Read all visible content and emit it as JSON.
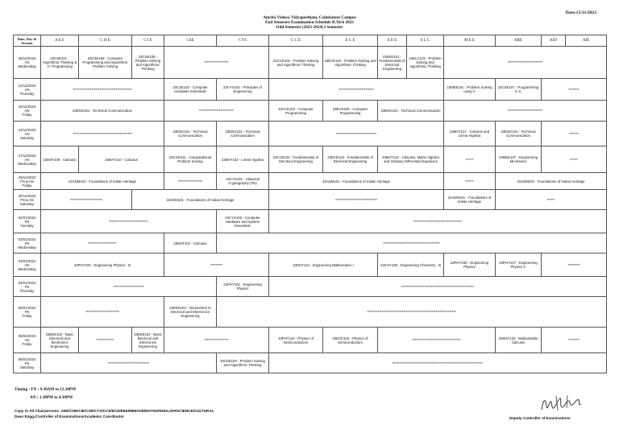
{
  "date": "Date:15/11/2023",
  "header": {
    "line1": "Amrita Vishwa Vidyapeetham, Coimbatore Campus",
    "line2": "End Semester Examination Schedule B.Tech 2023",
    "line3": "Odd Semester (2023-2024) I Semester"
  },
  "columns": [
    "Date, Day & Session",
    "A E E",
    "C H E",
    "C I E",
    "CSE",
    "CYS",
    "C C E",
    "E C E",
    "E E E",
    "E L C",
    "M E E",
    "ARE",
    "AID",
    "AIE"
  ],
  "rows": [
    {
      "day": [
        "20/12/2023",
        "AN",
        "Wednesday"
      ],
      "cells": [
        {
          "t": "23CSE101 - Algorithmic Thinking & 'C' Programming"
        },
        {
          "t": "23CSE106 - Computer Programming and Algorithmic Problem Solving"
        },
        {
          "t": "23CSE108 - Problem Solving and Algorithmic Thinking"
        },
        {
          "t": "******************",
          "cs": 2
        },
        {
          "t": "23CCE101 - Problem Solving and Algorithmic Thinking"
        },
        {
          "t": "23ECE102 - Problem Solving and Algorithmic Thinking"
        },
        {
          "t": "23EEE101 - Fundamentals of Electrical Engineering"
        },
        {
          "t": "23ELC101 - Problem Solving and Algorithmic Thinking"
        },
        {
          "t": "**************************",
          "cs": 4
        }
      ]
    },
    {
      "day": [
        "21/12/2023",
        "AN",
        "Thursday"
      ],
      "cells": [
        {
          "t": "********************************************",
          "cs": 3
        },
        {
          "t": "23CSE102 - Computer Hardware Essentials"
        },
        {
          "t": "23CYS102 - Principles of Engineering"
        },
        {
          "t": "**************************",
          "cs": 4
        },
        {
          "t": "23MEE101 - Problem Solving using C"
        },
        {
          "t": "23CSE107 - Programming in C"
        },
        {
          "t": "********",
          "cs": 2
        }
      ]
    },
    {
      "day": [
        "22/12/2023",
        "AN",
        "Friday"
      ],
      "cells": [
        {
          "t": "23ENG101 - Technical Communication",
          "cs": 3
        },
        {
          "t": "**************************",
          "cs": 2
        },
        {
          "t": "23CCE102 - Computer Programming"
        },
        {
          "t": "23ECE105 - Computer Programming"
        },
        {
          "t": "23ENG101 - Technical Communication",
          "cs": 2
        },
        {
          "t": "**************************",
          "cs": 4
        }
      ]
    },
    {
      "day": [
        "23/12/2023",
        "AN",
        "Saturday"
      ],
      "cells": [
        {
          "t": "********************************************",
          "cs": 3
        },
        {
          "t": "23ENG101 - Technical Communication"
        },
        {
          "t": "23ENG101 - Technical Communication"
        },
        {
          "t": "******************************",
          "cs": 4
        },
        {
          "t": "23MAT121 - Calculus and Linear Algebra"
        },
        {
          "t": "23ENG101 - Technical Communication"
        },
        {
          "t": "*******",
          "cs": 2
        }
      ]
    },
    {
      "day": [
        "27/12/2023",
        "AN",
        "Wednesday"
      ],
      "cells": [
        {
          "t": "23MAT109 - Calculus"
        },
        {
          "t": "23MAT110 - Calculus",
          "cs": 2
        },
        {
          "t": "23CSE101 - Computational Problem Solving"
        },
        {
          "t": "23MAT102 - Linear Algebra"
        },
        {
          "t": "23CCE103 - Fundamentals of Electrical Engineering"
        },
        {
          "t": "23ECE104 - Fundamentals of Electrical Engineering"
        },
        {
          "t": "23MAT122 - Calculus, Matrix Algebra and Ordinary Differential Equations",
          "cs": 2
        },
        {
          "t": "******"
        },
        {
          "t": "23MEE107 - Engineering Mechanics"
        },
        {
          "t": "******",
          "cs": 2
        }
      ]
    },
    {
      "day": [
        "29/12/2023",
        "FN & AN",
        "Friday"
      ],
      "cells": [
        {
          "t": "22ADM101 - Foundations of Indian Heritage",
          "cs": 3
        },
        {
          "t": "******************"
        },
        {
          "t": "23CYS101 - Classical Cryptography (FN)"
        },
        {
          "t": "22ADM101 - Foundations of Indian Heritage",
          "cs": 4
        },
        {
          "t": "******"
        },
        {
          "t": "22ADM101 - Foundations of Indian Heritage",
          "cs": 3
        }
      ]
    },
    {
      "day": [
        "30/12/2023",
        "FN & AN",
        "Saturday"
      ],
      "cells": [
        {
          "t": "************************",
          "cs": 2
        },
        {
          "t": "22ADM101 - Foundations of Indian Heritage",
          "cs": 3
        },
        {
          "t": "*******************************",
          "cs": 4
        },
        {
          "t": "22ADM101 - Foundations of Indian Heritage"
        },
        {
          "t": "******",
          "cs": 3
        }
      ]
    },
    {
      "day": [
        "02/01/2024",
        "FN",
        "Tuesday"
      ],
      "cells": [
        {
          "t": "*****************************",
          "cs": 4
        },
        {
          "t": "23CYS103 - Computer Hardware and System Essentials"
        },
        {
          "t": "************************************",
          "cs": 8
        }
      ]
    },
    {
      "day": [
        "03/01/2024",
        "FN",
        "Wednesday"
      ],
      "cells": [
        {
          "t": "*********************",
          "cs": 3
        },
        {
          "t": "23MAT107 - Calculus"
        },
        {
          "t": "******************************************",
          "cs": 9
        }
      ]
    },
    {
      "day": [
        "03/01/2024",
        "AN",
        "Wednesday"
      ],
      "cells": [
        {
          "t": "23PHY106 - Engineering Physics - B",
          "cs": 3
        },
        {
          "t": "*********",
          "cs": 2
        },
        {
          "t": "23MAT124 - Engineering Mathematics I",
          "cs": 2
        },
        {
          "t": "23CHY109 - Engineering Chemistry - B",
          "cs": 2
        },
        {
          "t": "23PHY108 - Engineering Physics"
        },
        {
          "t": "23PHY107 - Engineering Physics C"
        },
        {
          "t": "*********",
          "cs": 2
        }
      ]
    },
    {
      "day": [
        "04/01/2024",
        "FN",
        "Thursday"
      ],
      "cells": [
        {
          "t": "***********************",
          "cs": 4
        },
        {
          "t": "23PHY101 - Engineering Physics"
        },
        {
          "t": "******************************************************",
          "cs": 8
        }
      ]
    },
    {
      "day": [
        "05/01/2024",
        "FN",
        "Friday"
      ],
      "cells": [
        {
          "t": "*************************",
          "cs": 3
        },
        {
          "t": "23EEE104 - Introduction to Electrical and Electronics Engineering"
        },
        {
          "t": "******************************************************************",
          "cs": 9
        }
      ]
    },
    {
      "day": [
        "05/01/2024",
        "AN",
        "Friday"
      ],
      "cells": [
        {
          "t": "23EEE102 - Basic Electrical and Electronics Engineering"
        },
        {
          "t": "*************"
        },
        {
          "t": "23EEE102 - Basic Electrical and Electronics Engineering"
        },
        {
          "t": "******************",
          "cs": 2
        },
        {
          "t": "23PHY110 - Physics of Semiconductors"
        },
        {
          "t": "23ECE104 - Physics of Semiconductors"
        },
        {
          "t": "************************************",
          "cs": 3
        },
        {
          "t": "23MAT133 - Multivariable Calculus"
        },
        {
          "t": "********",
          "cs": 2
        }
      ]
    },
    {
      "day": [
        "06/01/2024",
        "FN",
        "Saturday"
      ],
      "cells": [
        {
          "t": "*******************************",
          "cs": 4
        },
        {
          "t": "19CSE100 - Problem Solving and Algorithmic Thinking"
        },
        {
          "t": "*******************************************************************",
          "cs": 8
        }
      ]
    }
  ],
  "footer": {
    "timing_fn": "Timing : FN : 9.30AM to 12.30PM",
    "timing_an": "AN : 1.30PM to 4.30PM",
    "copy_to": "Copy to All Chairpersons :AEE/CHE/CIE/CSE/CYS/CCE/ECE/EEE/MEE/AIE/MATHS/ENGLISH/SCIENCE/CULTURAL",
    "copy_to_2": "Dean Engg./Controller of Examinations/Academic Coordinator",
    "signatory": "Deputy Controller of Examinations"
  }
}
